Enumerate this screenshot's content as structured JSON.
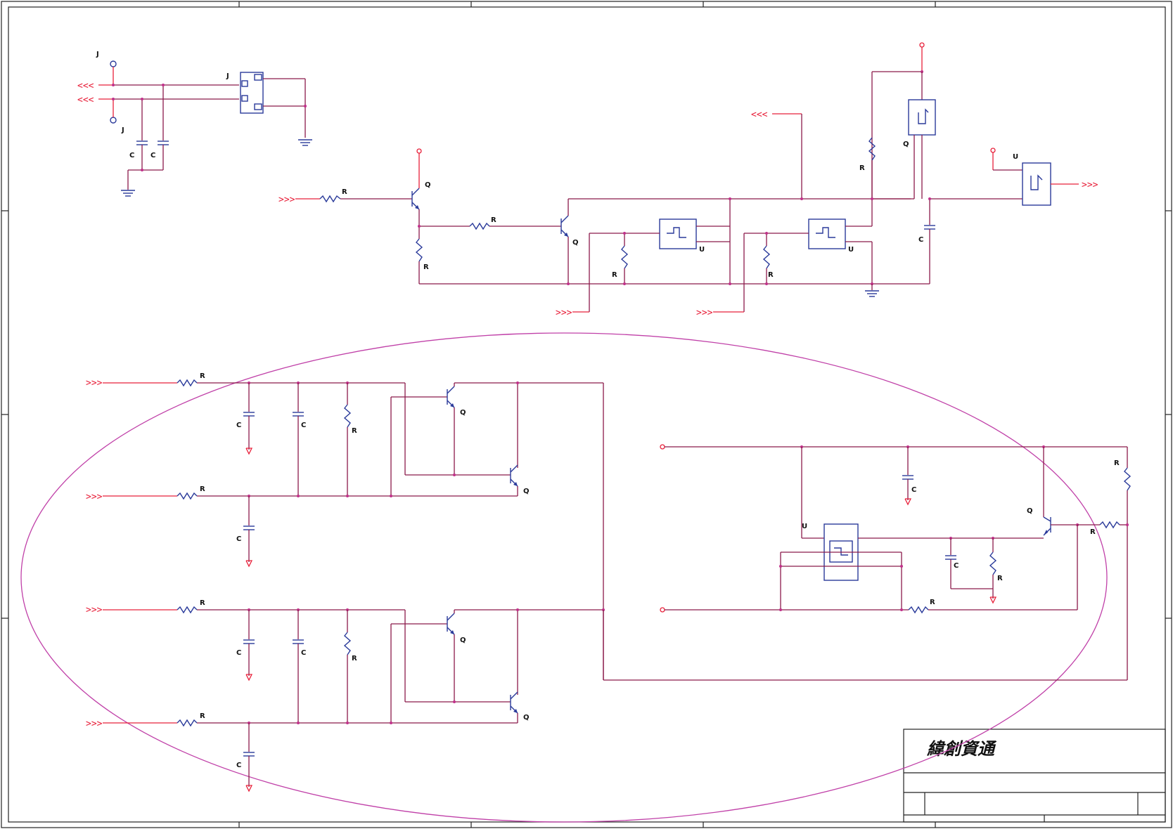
{
  "title_block": {
    "company_text": "緯創資通"
  },
  "designators": {
    "resistor": "R",
    "capacitor": "C",
    "transistor": "Q",
    "ic": "U",
    "connector": "J"
  },
  "colors": {
    "wire": "#8b1a4a",
    "symbol": "#2a3a9a",
    "pin": "#e8203a",
    "highlight_ellipse": "#c040a8",
    "junction": "#c0308a"
  },
  "icons": {
    "offpage_in": "triple-chevron-right",
    "offpage_out": "triple-chevron-left",
    "ground": "ground-symbol"
  }
}
